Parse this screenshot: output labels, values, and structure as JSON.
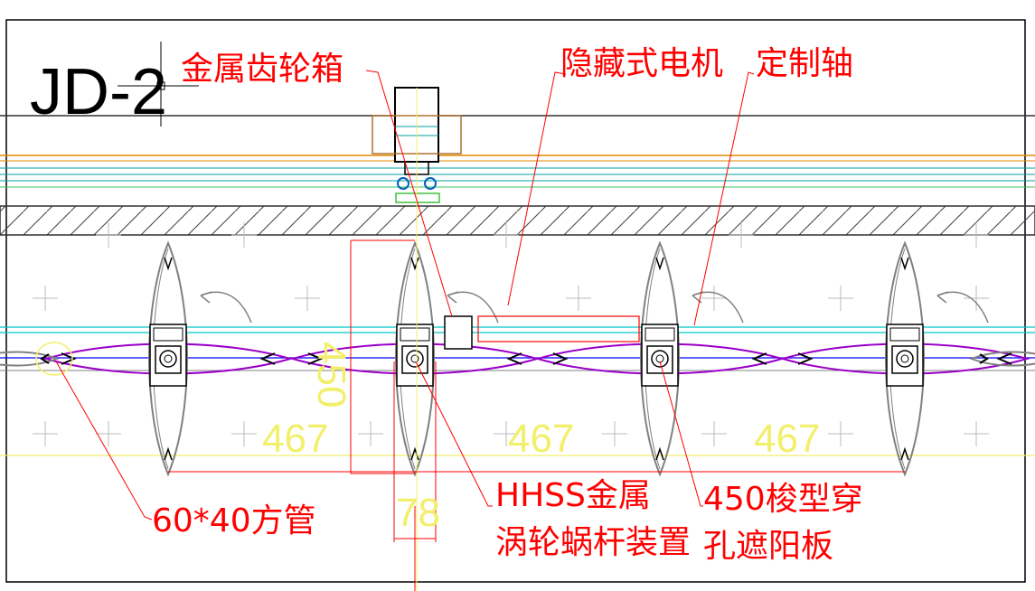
{
  "drawing": {
    "title": "JD-2",
    "colors": {
      "background": "#ffffff",
      "annotation": "#ff0000",
      "dimension": "#f2ef6a",
      "louver_outline": "#808080",
      "louver_rotated": "#9a00c8",
      "axis": "#0000ff",
      "rail": "#00c8c8",
      "track": "#e08a00",
      "hatch": "#404040"
    },
    "callouts": [
      {
        "id": "gearbox",
        "lines": [
          "金属齿轮箱"
        ]
      },
      {
        "id": "motor",
        "lines": [
          "隐藏式电机"
        ]
      },
      {
        "id": "shaft",
        "lines": [
          "定制轴"
        ]
      },
      {
        "id": "worm",
        "lines": [
          "HHSS金属",
          "涡轮蜗杆装置"
        ]
      },
      {
        "id": "blade",
        "lines": [
          "450梭型穿",
          "孔遮阳板"
        ]
      },
      {
        "id": "tube",
        "lines": [
          "60*40方管"
        ]
      }
    ],
    "dimensions": {
      "spacing": "467",
      "blade_height": "450",
      "width": "78"
    },
    "louver_count": 4
  }
}
